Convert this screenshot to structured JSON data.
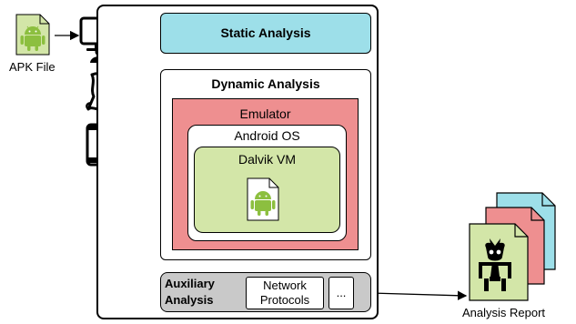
{
  "labels": {
    "apk_file": "APK File",
    "static_analysis": "Static Analysis",
    "dynamic_analysis": "Dynamic Analysis",
    "emulator": "Emulator",
    "android_os": "Android OS",
    "dalvik_vm": "Dalvik VM",
    "auxiliary_line1": "Auxiliary",
    "auxiliary_line2": "Analysis",
    "network_line1": "Network",
    "network_line2": "Protocols",
    "more": "...",
    "analysis_report": "Analysis Report"
  },
  "colors": {
    "static_fill": "#9ddfe9",
    "emulator_fill": "#ee8f90",
    "dalvik_fill": "#d3e6a8",
    "auxiliary_fill": "#c9c9c9",
    "android_green": "#8cbf3f",
    "report_blue": "#9ddfe9",
    "report_red": "#ee8f90",
    "report_green": "#d3e6a8"
  },
  "icons": [
    "android-apk-icon",
    "computer-monitor-icon",
    "user-icon",
    "scroll-icon",
    "smartphone-icon",
    "android-document-icon",
    "report-stack-icon",
    "bug-monster-icon"
  ]
}
